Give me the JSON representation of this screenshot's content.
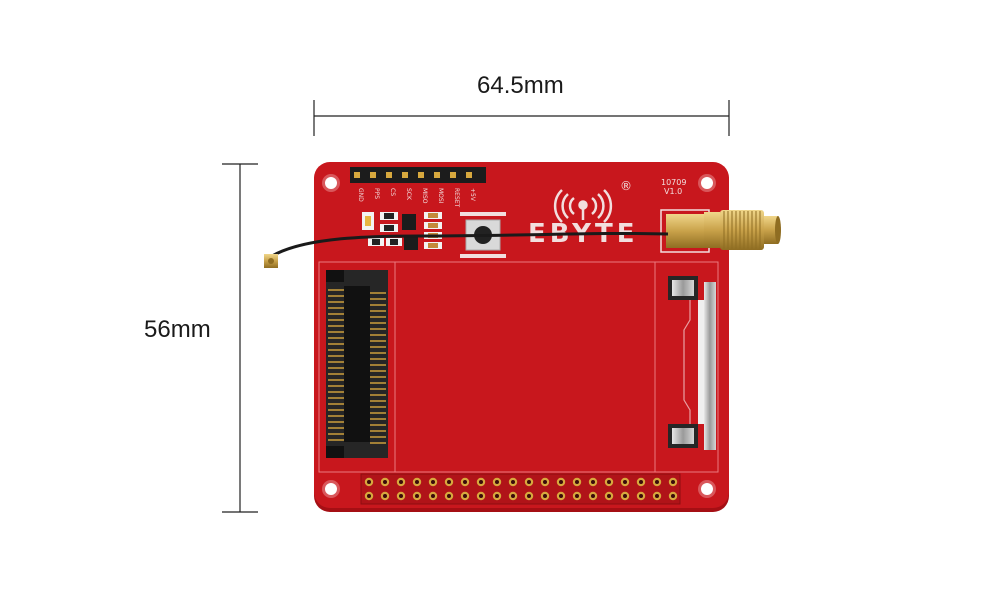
{
  "dimensions": {
    "width_label": "64.5mm",
    "height_label": "56mm"
  },
  "board": {
    "model": "10709",
    "version": "V1.0",
    "brand": "EBYTE",
    "registered_mark": "®",
    "pin_labels": [
      "GND",
      "PPS",
      "CS",
      "SCK",
      "MISO",
      "MOSI",
      "RESET",
      "+5V"
    ],
    "colors": {
      "pcb": "#c8171d",
      "pcb_edge": "#a50f14",
      "silkscreen": "#f2dede",
      "gold": "#c9a24a",
      "header_black": "#1c1c1c"
    },
    "icons": [
      "wireless-signal-icon",
      "sma-connector",
      "antenna-cable",
      "mini-pcie-slot",
      "sim-card-slot",
      "gpio-header",
      "push-button"
    ]
  }
}
